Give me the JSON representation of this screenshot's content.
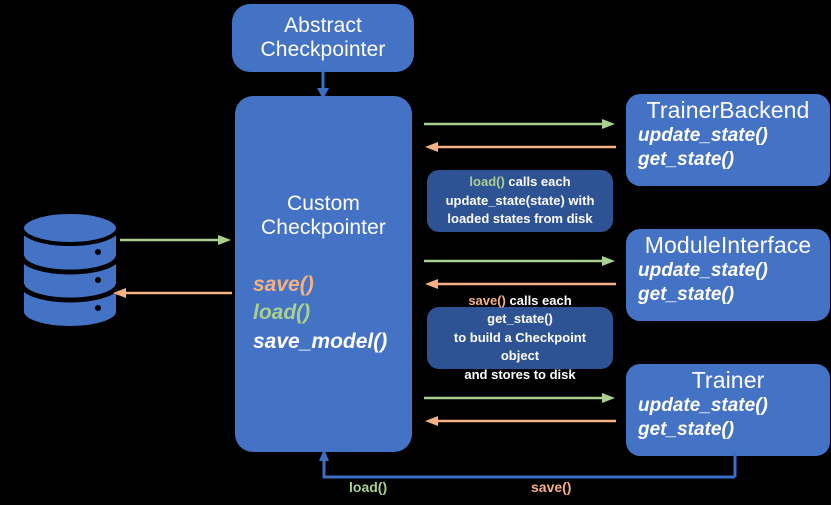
{
  "diagram": {
    "title": "Checkpointer architecture flow",
    "colors": {
      "node_blue": "#4472C4",
      "callout_blue": "#2E5395",
      "green": "#A9D08E",
      "orange": "#F4B183",
      "connector_blue": "#3A6FC4",
      "background": "#000000",
      "text": "#FFFFFF"
    }
  },
  "nodes": {
    "abstract_checkpointer": {
      "title_line1": "Abstract",
      "title_line2": "Checkpointer"
    },
    "custom_checkpointer": {
      "title_line1": "Custom",
      "title_line2": "Checkpointer",
      "methods": [
        {
          "name": "save()",
          "color": "orange"
        },
        {
          "name": "load()",
          "color": "green"
        },
        {
          "name": "save_model()",
          "color": "white"
        }
      ]
    },
    "trainer_backend": {
      "title": "TrainerBackend",
      "methods": [
        "update_state()",
        "get_state()"
      ]
    },
    "module_interface": {
      "title": "ModuleInterface",
      "methods": [
        "update_state()",
        "get_state()"
      ]
    },
    "trainer": {
      "title": "Trainer",
      "methods": [
        "update_state()",
        "get_state()"
      ]
    }
  },
  "callouts": {
    "load": {
      "keyword": "load()",
      "line1_rest": " calls each",
      "line2": "update_state(state) with",
      "line3": "loaded states from disk"
    },
    "save": {
      "keyword": "save()",
      "line1_rest": " calls each get_state()",
      "line2": "to build a Checkpoint object",
      "line3": "and stores to disk"
    }
  },
  "edge_labels": {
    "load_bottom": "load()",
    "save_bottom": "save()"
  },
  "icons": {
    "database": "database-cylinder-icon"
  }
}
